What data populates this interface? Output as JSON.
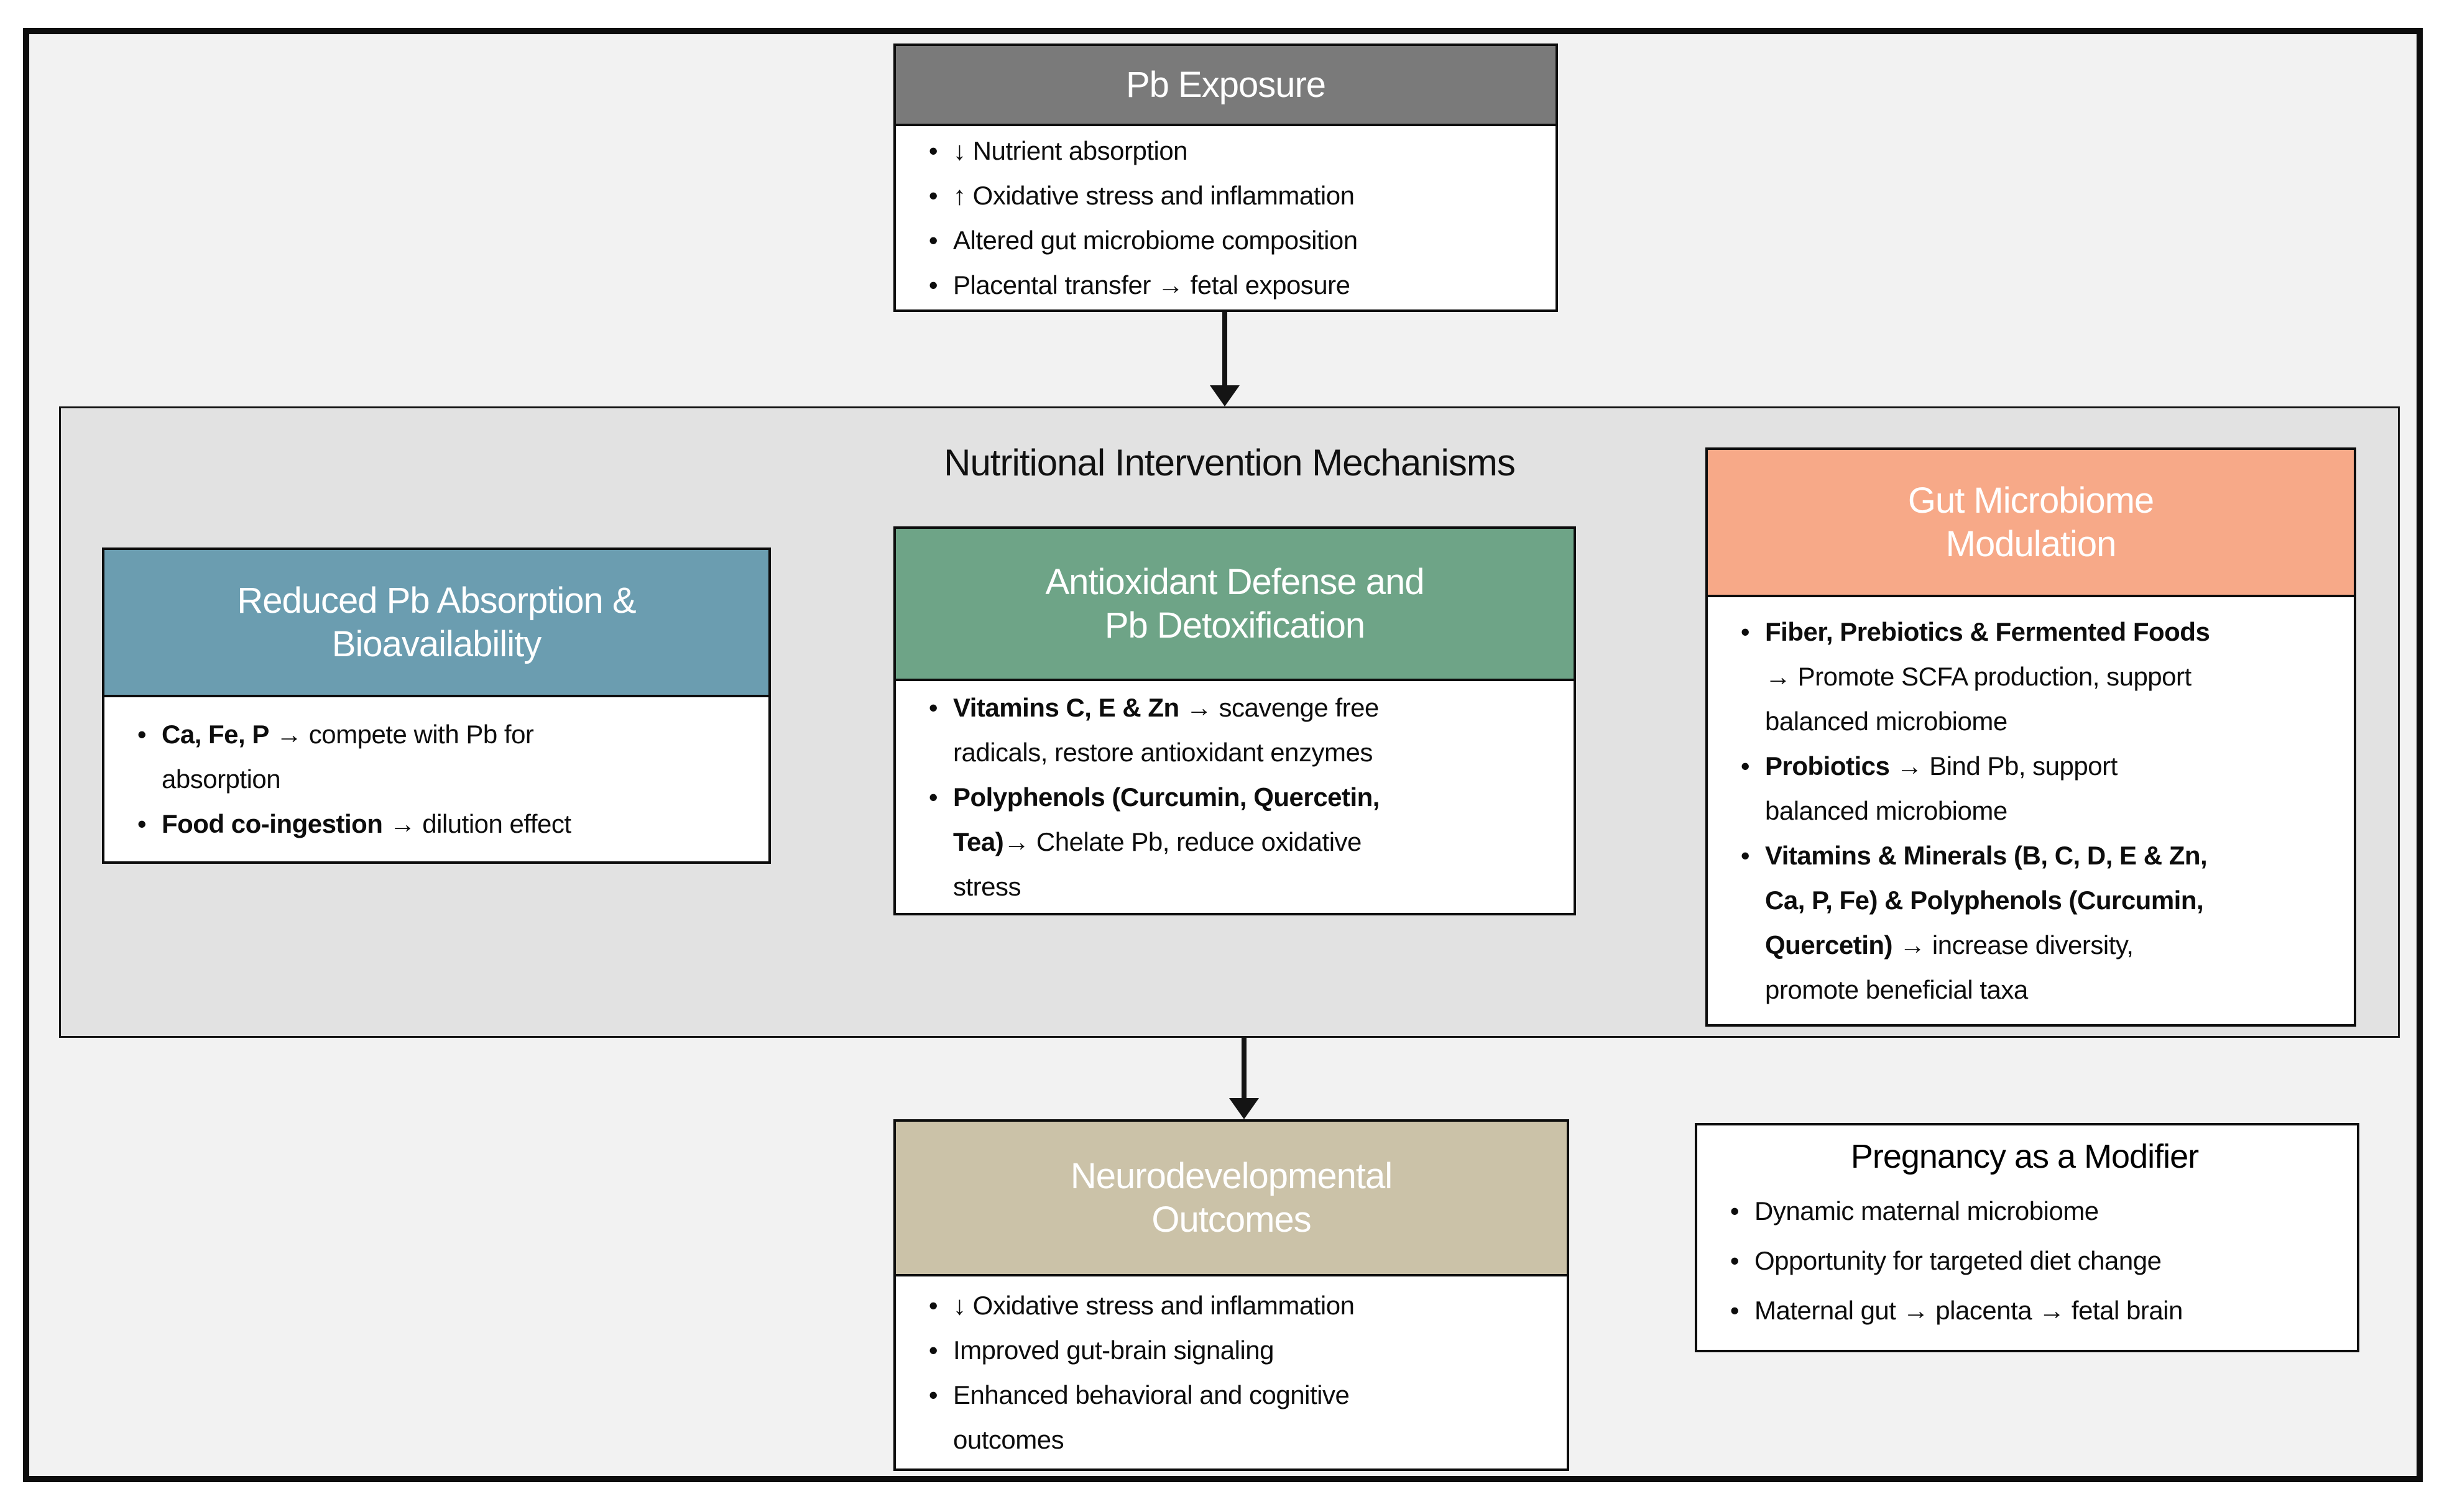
{
  "diagram": {
    "panel_title": "Nutritional Intervention Mechanisms",
    "colors": {
      "pb_header": "#7A7A7A",
      "blue_header": "#6B9DB0",
      "green_header": "#6EA487",
      "orange_header": "#F7A988",
      "tan_header": "#CBC2A8",
      "panel_bg": "#E2E2E2",
      "canvas_bg": "#F2F2F2",
      "border": "#0d0d0d"
    },
    "boxes": {
      "pb": {
        "header": [
          "Pb Exposure"
        ],
        "bullets": [
          {
            "b": "",
            "t": "↓ Nutrient absorption"
          },
          {
            "b": "",
            "t": "↑ Oxidative stress and inflammation"
          },
          {
            "b": "",
            "t": "Altered gut microbiome composition"
          },
          {
            "b": "",
            "t": "Placental transfer → fetal exposure"
          }
        ]
      },
      "blue": {
        "header": [
          "Reduced Pb Absorption &",
          "Bioavailability"
        ],
        "bullets": [
          {
            "b": "Ca, Fe, P",
            "t": " → compete with Pb for\nabsorption"
          },
          {
            "b": "Food co-ingestion",
            "t": " → dilution effect"
          }
        ]
      },
      "green": {
        "header": [
          "Antioxidant Defense and",
          "Pb Detoxification"
        ],
        "bullets": [
          {
            "b": "Vitamins C, E & Zn",
            "t": " → scavenge free\nradicals, restore antioxidant enzymes"
          },
          {
            "b": "Polyphenols (Curcumin, Quercetin,\nTea)",
            "t": "→ Chelate Pb, reduce oxidative\nstress"
          }
        ]
      },
      "orange": {
        "header": [
          "Gut Microbiome",
          "Modulation"
        ],
        "bullets": [
          {
            "b": "Fiber, Prebiotics & Fermented Foods",
            "t": "\n→ Promote SCFA production, support\nbalanced microbiome"
          },
          {
            "b": "Probiotics",
            "t": " → Bind Pb, support\nbalanced microbiome"
          },
          {
            "b": "Vitamins & Minerals (B, C, D, E & Zn,\nCa, P, Fe) & Polyphenols (Curcumin,\nQuercetin)",
            "t": " → increase diversity,\npromote beneficial taxa"
          }
        ]
      },
      "neuro": {
        "header": [
          "Neurodevelopmental",
          "Outcomes"
        ],
        "bullets": [
          {
            "b": "",
            "t": "↓ Oxidative stress and inflammation"
          },
          {
            "b": "",
            "t": "Improved gut-brain signaling"
          },
          {
            "b": "",
            "t": "Enhanced behavioral and cognitive\noutcomes"
          }
        ]
      },
      "pregnancy": {
        "title": "Pregnancy as a Modifier",
        "bullets": [
          {
            "b": "",
            "t": "Dynamic maternal microbiome"
          },
          {
            "b": "",
            "t": "Opportunity for targeted diet change"
          },
          {
            "b": "",
            "t": "Maternal gut → placenta → fetal brain"
          }
        ]
      }
    }
  }
}
